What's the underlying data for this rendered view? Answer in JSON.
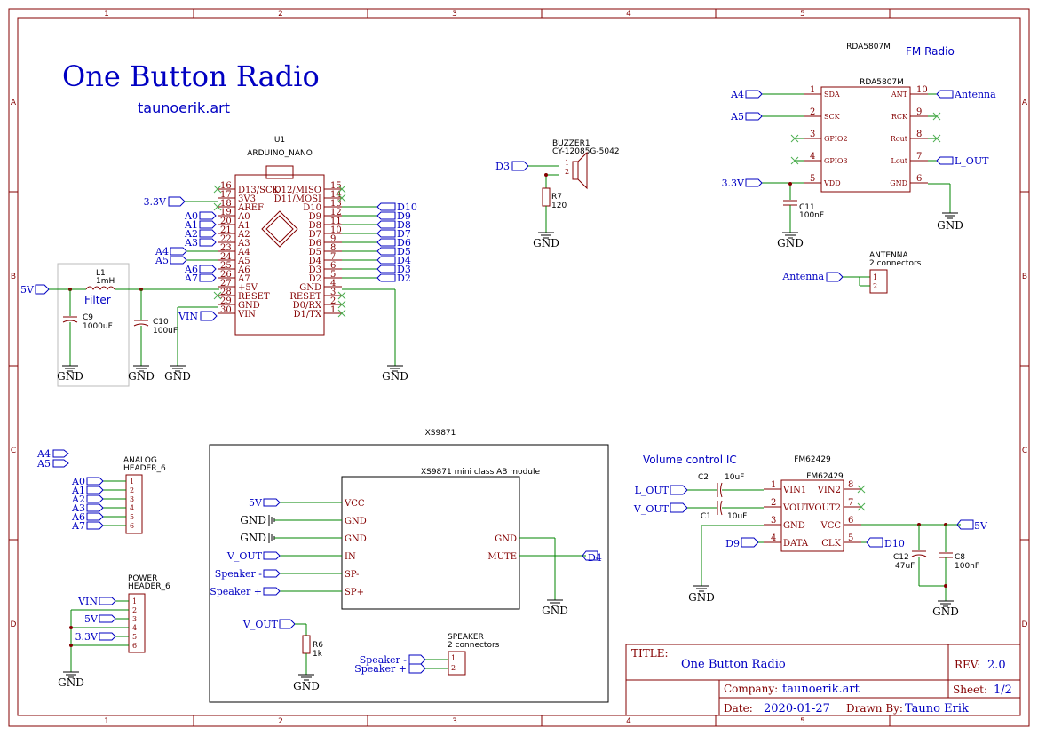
{
  "title": "One Button Radio",
  "subtitle": "taunoerik.art",
  "colors": {
    "frame": "#840000",
    "wire": "#008400",
    "label": "#0000c2"
  },
  "frame": {
    "columns": [
      "1",
      "2",
      "3",
      "4",
      "5"
    ],
    "rows": [
      "A",
      "B",
      "C",
      "D"
    ]
  },
  "gnd": "GND",
  "power_filter": {
    "net_5v": "5V",
    "l1_ref": "L1",
    "l1_val": "1mH",
    "filter_label": "Filter",
    "c9_ref": "C9",
    "c9_val": "1000uF",
    "c10_ref": "C10",
    "c10_val": "100uF",
    "vin": "VIN"
  },
  "arduino": {
    "ref": "U1",
    "value": "ARDUINO_NANO",
    "left_pins": [
      {
        "num": "16",
        "name": "D13/SCK"
      },
      {
        "num": "17",
        "name": "3V3"
      },
      {
        "num": "18",
        "name": "AREF"
      },
      {
        "num": "19",
        "name": "A0"
      },
      {
        "num": "20",
        "name": "A1"
      },
      {
        "num": "21",
        "name": "A2"
      },
      {
        "num": "22",
        "name": "A3"
      },
      {
        "num": "23",
        "name": "A4"
      },
      {
        "num": "24",
        "name": "A5"
      },
      {
        "num": "25",
        "name": "A6"
      },
      {
        "num": "26",
        "name": "A7"
      },
      {
        "num": "27",
        "name": "+5V"
      },
      {
        "num": "28",
        "name": "RESET"
      },
      {
        "num": "29",
        "name": "GND"
      },
      {
        "num": "30",
        "name": "VIN"
      }
    ],
    "right_pins": [
      {
        "num": "15",
        "name": "D12/MISO"
      },
      {
        "num": "14",
        "name": "D11/MOSI"
      },
      {
        "num": "13",
        "name": "D10"
      },
      {
        "num": "12",
        "name": "D9"
      },
      {
        "num": "11",
        "name": "D8"
      },
      {
        "num": "10",
        "name": "D7"
      },
      {
        "num": "9",
        "name": "D6"
      },
      {
        "num": "8",
        "name": "D5"
      },
      {
        "num": "7",
        "name": "D4"
      },
      {
        "num": "6",
        "name": "D3"
      },
      {
        "num": "5",
        "name": "D2"
      },
      {
        "num": "4",
        "name": "GND"
      },
      {
        "num": "3",
        "name": "RESET"
      },
      {
        "num": "2",
        "name": "D0/RX"
      },
      {
        "num": "1",
        "name": "D1/TX"
      }
    ],
    "left_nets": [
      "A0",
      "A1",
      "A2",
      "A3",
      "A4",
      "A5",
      "A6",
      "A7"
    ],
    "net_33": "3.3V",
    "right_nets": [
      "D10",
      "D9",
      "D8",
      "D7",
      "D6",
      "D5",
      "D4",
      "D3",
      "D2"
    ]
  },
  "buzzer": {
    "ref": "BUZZER1",
    "value": "CY-12085G-5042",
    "net": "D3",
    "r7_ref": "R7",
    "r7_val": "120",
    "pin1": "1",
    "pin2": "2"
  },
  "radio": {
    "heading_ref": "RDA5807M",
    "heading_title": "FM Radio",
    "ref": "RDA5807M",
    "left_pins": [
      {
        "num": "1",
        "name": "SDA",
        "net": "A4"
      },
      {
        "num": "2",
        "name": "SCK",
        "net": "A5"
      },
      {
        "num": "3",
        "name": "GPIO2",
        "net": ""
      },
      {
        "num": "4",
        "name": "GPIO3",
        "net": ""
      },
      {
        "num": "5",
        "name": "VDD",
        "net": "3.3V"
      }
    ],
    "right_pins": [
      {
        "num": "10",
        "name": "ANT",
        "net": "Antenna"
      },
      {
        "num": "9",
        "name": "RCK",
        "net": ""
      },
      {
        "num": "8",
        "name": "Rout",
        "net": ""
      },
      {
        "num": "7",
        "name": "Lout",
        "net": "L_OUT"
      },
      {
        "num": "6",
        "name": "GND",
        "net": ""
      }
    ],
    "c11_ref": "C11",
    "c11_val": "100nF"
  },
  "antenna": {
    "net": "Antenna",
    "ref": "ANTENNA",
    "value": "2 connectors",
    "pins": [
      "1",
      "2"
    ]
  },
  "analog_header": {
    "nets_top": [
      "A4",
      "A5"
    ],
    "ref": "ANALOG",
    "value": "HEADER_6",
    "nets": [
      "A0",
      "A1",
      "A2",
      "A3",
      "A6",
      "A7"
    ],
    "pins": [
      "1",
      "2",
      "3",
      "4",
      "5",
      "6"
    ]
  },
  "power_header": {
    "ref": "POWER",
    "value": "HEADER_6",
    "nets": [
      "VIN",
      "5V",
      "3.3V"
    ],
    "pins": [
      "1",
      "2",
      "3",
      "4",
      "5",
      "6"
    ]
  },
  "amp": {
    "box_title": "XS9871",
    "module_title": "XS9871 mini class AB module",
    "left_pins": [
      "VCC",
      "GND",
      "GND",
      "IN",
      "SP-",
      "SP+"
    ],
    "left_nets": [
      "5V",
      "GND",
      "GND",
      "V_OUT",
      "Speaker -",
      "Speaker +"
    ],
    "right_pins": [
      "GND",
      "MUTE"
    ],
    "mute_net": "D4",
    "r6_ref": "R6",
    "r6_val": "1k",
    "r6_net": "V_OUT",
    "speaker_ref": "SPEAKER",
    "speaker_val": "2 connectors",
    "speaker_nets": [
      "Speaker -",
      "Speaker +"
    ],
    "speaker_pins": [
      "1",
      "2"
    ]
  },
  "volume": {
    "heading": "Volume control IC",
    "ref": "FM62429",
    "value": "FM62429",
    "left_pins": [
      {
        "num": "1",
        "name": "VIN1"
      },
      {
        "num": "2",
        "name": "VOUT"
      },
      {
        "num": "3",
        "name": "GND"
      },
      {
        "num": "4",
        "name": "DATA"
      }
    ],
    "right_pins": [
      {
        "num": "8",
        "name": "VIN2"
      },
      {
        "num": "7",
        "name": "VOUT2"
      },
      {
        "num": "6",
        "name": "VCC"
      },
      {
        "num": "5",
        "name": "CLK"
      }
    ],
    "nets_left": [
      "L_OUT",
      "V_OUT",
      "D9"
    ],
    "net_clk": "D10",
    "net_vcc": "5V",
    "c2_ref": "C2",
    "c2_val": "10uF",
    "c1_ref": "C1",
    "c1_val": "10uF",
    "c12_ref": "C12",
    "c12_val": "47uF",
    "c8_ref": "C8",
    "c8_val": "100nF"
  },
  "title_block": {
    "title_label": "TITLE:",
    "title_value": "One Button Radio",
    "rev_label": "REV:",
    "rev_value": "2.0",
    "company_label": "Company:",
    "company_value": "taunoerik.art",
    "sheet_label": "Sheet:",
    "sheet_value": "1/2",
    "date_label": "Date:",
    "date_value": "2020-01-27",
    "drawn_label": "Drawn By:",
    "drawn_value": "Tauno Erik"
  }
}
